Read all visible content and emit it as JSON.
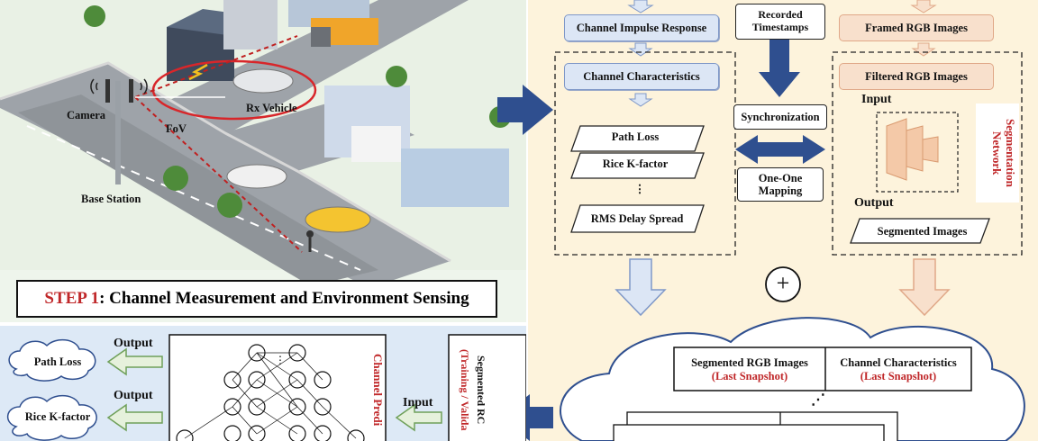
{
  "step1": {
    "title_prefix": "STEP 1",
    "title_rest": ": Channel  Measurement and Environment Sensing",
    "labels": {
      "camera": "Camera",
      "rx_vehicle": "Rx Vehicle",
      "fov": "FoV",
      "base_station": "Base Station"
    }
  },
  "step2": {
    "cir": "Channel Impulse Response",
    "timestamps": "Recorded Timestamps",
    "framed": "Framed RGB Images",
    "channel_char": "Channel Characteristics",
    "filtered": "Filtered RGB Images",
    "path_loss": "Path Loss",
    "rice": "Rice K-factor",
    "ellipsis": "⋮",
    "rms": "RMS Delay Spread",
    "sync": "Synchronization",
    "mapping": "One-One Mapping",
    "input": "Input",
    "output": "Output",
    "segnet": "Segmentation Network",
    "segmented": "Segmented Images",
    "plus": "+",
    "cloud": {
      "seg_rgb": "Segmented RGB Images",
      "seg_rgb_sub": "(Last Snapshot)",
      "chan_char": "Channel Characteristics",
      "chan_char_sub": "(Last Snapshot)",
      "ellipsis": "⋰"
    }
  },
  "step3": {
    "path_loss": "Path Loss",
    "rice": "Rice K-factor",
    "output1": "Output",
    "output2": "Output",
    "input": "Input",
    "channel_pred": "Channel Predi",
    "segmented_rc": "Segmented RC",
    "training": "(Training / Valida"
  },
  "colors": {
    "arrow_blue": "#2f4f8f",
    "accent_red": "#c0282a",
    "box_blue": "#dce6f5",
    "box_peach": "#f8e0cc"
  }
}
